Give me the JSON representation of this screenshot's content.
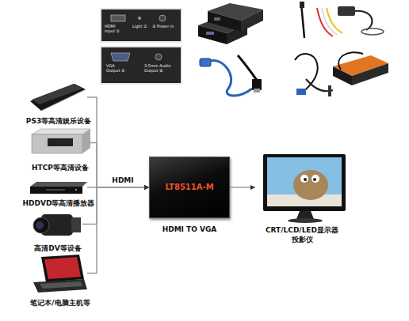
{
  "diagram": {
    "nodes": [
      {
        "text": [
          "PS3等高清娱乐设备"
        ]
      },
      {
        "text": [
          "HTCP等高清设备"
        ]
      },
      {
        "text": [
          "HDDVD等高清播放器"
        ]
      },
      {
        "text": [
          "高清DV等设备"
        ]
      },
      {
        "text": [
          "笔记本/电脑主机等"
        ]
      },
      {
        "text": [
          "LT8511A-M",
          "HDMI TO VGA"
        ]
      },
      {
        "text": [
          "CRT/LCD/LED显示器 投影仪"
        ]
      }
    ],
    "edges": [
      {
        "from": 0,
        "to": 5,
        "arrow": "to"
      },
      {
        "from": 1,
        "to": 5,
        "arrow": "to"
      },
      {
        "from": 2,
        "to": 5,
        "arrow": "to",
        "label": "HDMI"
      },
      {
        "from": 3,
        "to": 5,
        "arrow": "to"
      },
      {
        "from": 4,
        "to": 5,
        "arrow": "to"
      },
      {
        "from": 5,
        "to": 6,
        "arrow": "to"
      }
    ],
    "labels": [
      "HDMI Input ①",
      "Light ②",
      "③ Power in",
      "VGA Output ④",
      "3.5mm Audio Output ⑤"
    ]
  }
}
